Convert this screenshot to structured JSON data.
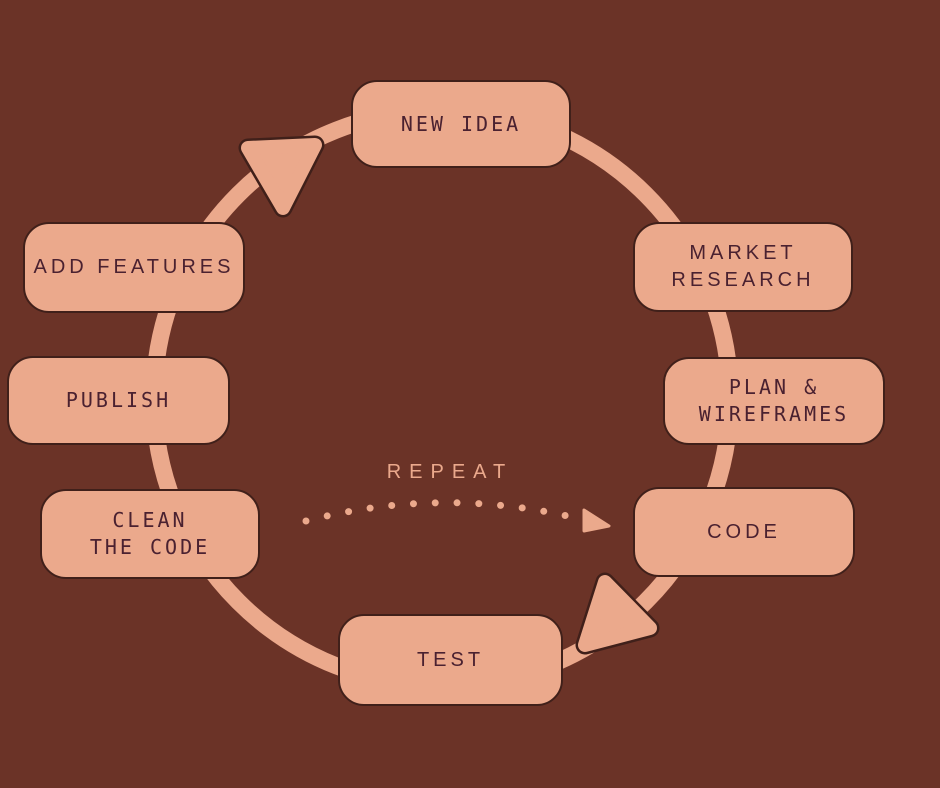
{
  "canvas": {
    "colors": {
      "bg": "#6b3327",
      "accent": "#eba98c",
      "outline": "#40201a",
      "ink": "#4a2130"
    }
  },
  "diagram": {
    "title_hint": "app development cycle",
    "center_label": "REPEAT",
    "flow_direction": "clockwise",
    "steps": [
      {
        "id": "new-idea",
        "label": "NEW IDEA"
      },
      {
        "id": "market-research",
        "label": "MARKET\nRESEARCH"
      },
      {
        "id": "plan-wireframes",
        "label": "PLAN &\nWIREFRAMES"
      },
      {
        "id": "code",
        "label": "CODE"
      },
      {
        "id": "test",
        "label": "TEST"
      },
      {
        "id": "clean-the-code",
        "label": "CLEAN\nTHE CODE"
      },
      {
        "id": "publish",
        "label": "PUBLISH"
      },
      {
        "id": "add-features",
        "label": "ADD FEATURES"
      }
    ]
  }
}
